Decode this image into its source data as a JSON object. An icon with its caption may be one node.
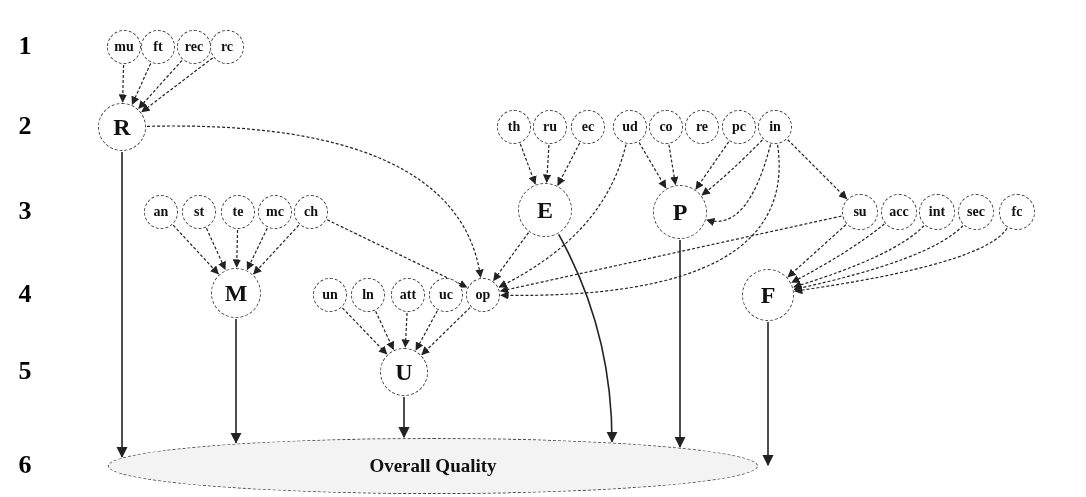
{
  "diagram": {
    "nodes": [
      {
        "text": [
          "mu"
        ]
      },
      {
        "text": [
          "ft"
        ]
      },
      {
        "text": [
          "rec"
        ]
      },
      {
        "text": [
          "rc"
        ]
      },
      {
        "text": [
          "R"
        ]
      },
      {
        "text": [
          "th"
        ]
      },
      {
        "text": [
          "ru"
        ]
      },
      {
        "text": [
          "ec"
        ]
      },
      {
        "text": [
          "ud"
        ]
      },
      {
        "text": [
          "co"
        ]
      },
      {
        "text": [
          "re"
        ]
      },
      {
        "text": [
          "pc"
        ]
      },
      {
        "text": [
          "in"
        ]
      },
      {
        "text": [
          "an"
        ]
      },
      {
        "text": [
          "st"
        ]
      },
      {
        "text": [
          "te"
        ]
      },
      {
        "text": [
          "mc"
        ]
      },
      {
        "text": [
          "ch"
        ]
      },
      {
        "text": [
          "E"
        ]
      },
      {
        "text": [
          "P"
        ]
      },
      {
        "text": [
          "su"
        ]
      },
      {
        "text": [
          "acc"
        ]
      },
      {
        "text": [
          "int"
        ]
      },
      {
        "text": [
          "sec"
        ]
      },
      {
        "text": [
          "fc"
        ]
      },
      {
        "text": [
          "M"
        ]
      },
      {
        "text": [
          "un"
        ]
      },
      {
        "text": [
          "ln"
        ]
      },
      {
        "text": [
          "att"
        ]
      },
      {
        "text": [
          "uc"
        ]
      },
      {
        "text": [
          "op"
        ]
      },
      {
        "text": [
          "F"
        ]
      },
      {
        "text": [
          "U"
        ]
      },
      {
        "text": [
          "Overall Quality"
        ]
      }
    ],
    "edges": [
      {
        "from": 0,
        "to": 4,
        "arrow": "to",
        "style": "dashed"
      },
      {
        "from": 1,
        "to": 4,
        "arrow": "to",
        "style": "dashed"
      },
      {
        "from": 2,
        "to": 4,
        "arrow": "to",
        "style": "dashed"
      },
      {
        "from": 3,
        "to": 4,
        "arrow": "to",
        "style": "dashed"
      },
      {
        "from": 4,
        "to": 30,
        "arrow": "to",
        "style": "dashed"
      },
      {
        "from": 4,
        "to": 33,
        "arrow": "to"
      },
      {
        "from": 5,
        "to": 18,
        "arrow": "to",
        "style": "dashed"
      },
      {
        "from": 6,
        "to": 18,
        "arrow": "to",
        "style": "dashed"
      },
      {
        "from": 7,
        "to": 18,
        "arrow": "to",
        "style": "dashed"
      },
      {
        "from": 8,
        "to": 19,
        "arrow": "to",
        "style": "dashed"
      },
      {
        "from": 9,
        "to": 19,
        "arrow": "to",
        "style": "dashed"
      },
      {
        "from": 11,
        "to": 19,
        "arrow": "to",
        "style": "dashed"
      },
      {
        "from": 12,
        "to": 19,
        "arrow": "to",
        "style": "dashed"
      },
      {
        "from": 12,
        "to": 19,
        "arrow": "to",
        "style": "dashed"
      },
      {
        "from": 12,
        "to": 20,
        "arrow": "to",
        "style": "dashed"
      },
      {
        "from": 8,
        "to": 30,
        "arrow": "to",
        "style": "dashed"
      },
      {
        "from": 18,
        "to": 30,
        "arrow": "to",
        "style": "dashed"
      },
      {
        "from": 17,
        "to": 30,
        "arrow": "to",
        "style": "dashed"
      },
      {
        "from": 12,
        "to": 30,
        "arrow": "to",
        "style": "dashed"
      },
      {
        "from": 20,
        "to": 30,
        "arrow": "to",
        "style": "dashed"
      },
      {
        "from": 13,
        "to": 25,
        "arrow": "to",
        "style": "dashed"
      },
      {
        "from": 14,
        "to": 25,
        "arrow": "to",
        "style": "dashed"
      },
      {
        "from": 15,
        "to": 25,
        "arrow": "to",
        "style": "dashed"
      },
      {
        "from": 16,
        "to": 25,
        "arrow": "to",
        "style": "dashed"
      },
      {
        "from": 17,
        "to": 25,
        "arrow": "to",
        "style": "dashed"
      },
      {
        "from": 26,
        "to": 32,
        "arrow": "to",
        "style": "dashed"
      },
      {
        "from": 27,
        "to": 32,
        "arrow": "to",
        "style": "dashed"
      },
      {
        "from": 28,
        "to": 32,
        "arrow": "to",
        "style": "dashed"
      },
      {
        "from": 29,
        "to": 32,
        "arrow": "to",
        "style": "dashed"
      },
      {
        "from": 30,
        "to": 32,
        "arrow": "to",
        "style": "dashed"
      },
      {
        "from": 20,
        "to": 31,
        "arrow": "to",
        "style": "dashed"
      },
      {
        "from": 21,
        "to": 31,
        "arrow": "to",
        "style": "dashed"
      },
      {
        "from": 22,
        "to": 31,
        "arrow": "to",
        "style": "dashed"
      },
      {
        "from": 23,
        "to": 31,
        "arrow": "to",
        "style": "dashed"
      },
      {
        "from": 24,
        "to": 31,
        "arrow": "to",
        "style": "dashed"
      },
      {
        "from": 25,
        "to": 33,
        "arrow": "to"
      },
      {
        "from": 32,
        "to": 33,
        "arrow": "to"
      },
      {
        "from": 18,
        "to": 33,
        "arrow": "to"
      },
      {
        "from": 19,
        "to": 33,
        "arrow": "to"
      },
      {
        "from": 31,
        "to": 33,
        "arrow": "to"
      }
    ],
    "labels": [
      "1",
      "2",
      "3",
      "4",
      "5",
      "6"
    ]
  }
}
